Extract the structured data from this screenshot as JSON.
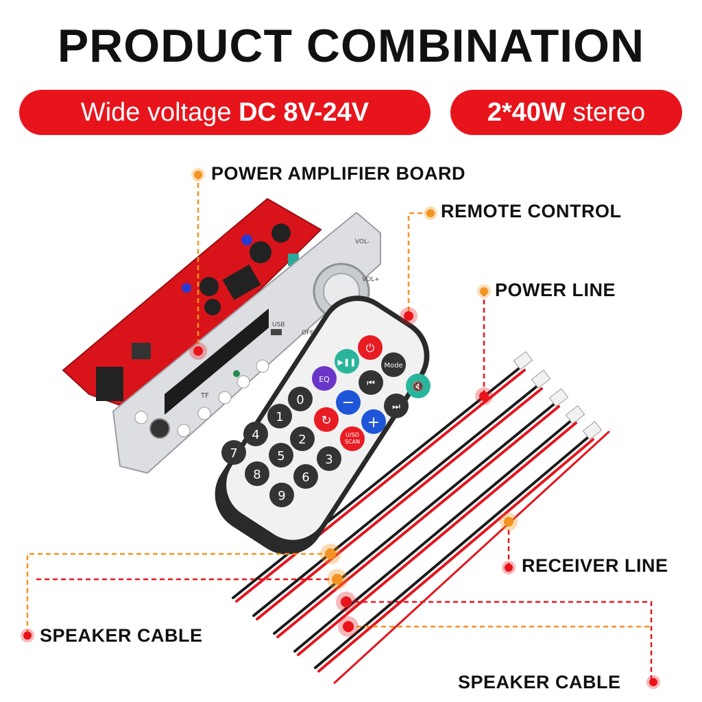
{
  "title": "PRODUCT COMBINATION",
  "badges": {
    "voltage_prefix": "Wide voltage ",
    "voltage_value": "DC 8V-24V",
    "power_value": "2*40W",
    "power_suffix": " stereo"
  },
  "callouts": {
    "amplifier_board": "POWER AMPLIFIER BOARD",
    "remote_control": "REMOTE CONTROL",
    "power_line": "POWER LINE",
    "receiver_line": "RECEIVER LINE",
    "speaker_cable_left": "SPEAKER CABLE",
    "speaker_cable_right": "SPEAKER CABLE"
  },
  "board": {
    "usb_label": "USB",
    "tf_label": "TF",
    "vol_minus": "VOL-",
    "vol_plus": "VOL+",
    "off_label": "OFF"
  },
  "remote": {
    "power": "⏻",
    "play_pause": "▶❚❚",
    "mode": "Mode",
    "eq": "EQ",
    "prev": "⏮",
    "mute": "🔇",
    "zero": "0",
    "minus": "−",
    "next": "⏭",
    "repeat": "↻",
    "plus": "+",
    "one": "1",
    "two": "2",
    "usd": "U/SD",
    "scan": "SCAN",
    "three": "3",
    "four": "4",
    "five": "5",
    "six": "6",
    "seven": "7",
    "eight": "8",
    "nine": "9"
  },
  "colors": {
    "accent_red": "#e8141c",
    "callout_orange": "#f39422",
    "board_red": "#d8141a",
    "panel_silver": "#d9dbde",
    "remote_black": "#2a2a2a"
  }
}
